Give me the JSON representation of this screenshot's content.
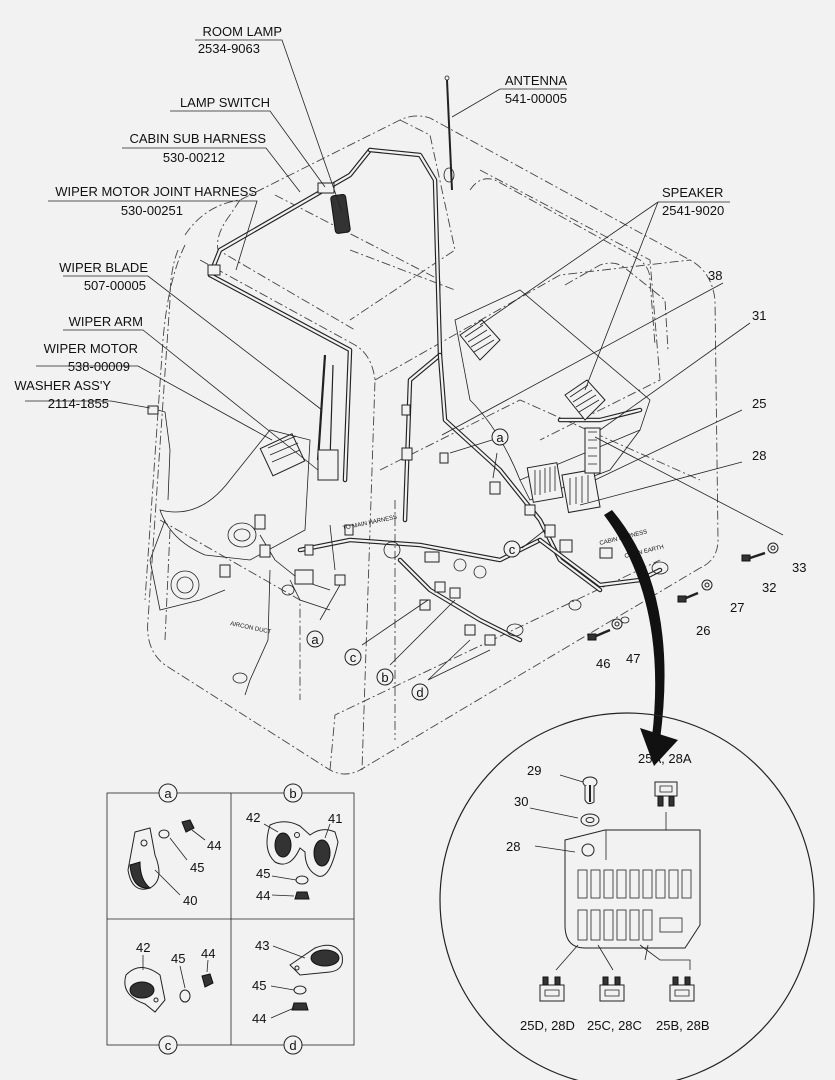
{
  "labels": {
    "room_lamp": {
      "name": "ROOM LAMP",
      "code": "2534-9063"
    },
    "lamp_switch": {
      "name": "LAMP SWITCH"
    },
    "cabin_sub_harness": {
      "name": "CABIN SUB HARNESS",
      "code": "530-00212"
    },
    "wiper_motor_joint_harness": {
      "name": "WIPER MOTOR JOINT HARNESS",
      "code": "530-00251"
    },
    "wiper_blade": {
      "name": "WIPER BLADE",
      "code": "507-00005"
    },
    "wiper_arm": {
      "name": "WIPER ARM"
    },
    "wiper_motor": {
      "name": "WIPER MOTOR",
      "code": "538-00009"
    },
    "washer_assy": {
      "name": "WASHER ASS'Y",
      "code": "2114-1855"
    },
    "antenna": {
      "name": "ANTENNA",
      "code": "541-00005"
    },
    "speaker": {
      "name": "SPEAKER",
      "code": "2541-9020"
    }
  },
  "inline_notes": {
    "to_main_harness": "TO MAIN HARNESS",
    "aircon_duct": "AIRCON DUCT",
    "cabin_harness": "CABIN HARNESS",
    "cabin_earth": "CABIN EARTH"
  },
  "callouts": {
    "n38": "38",
    "n31": "31",
    "n25": "25",
    "n28": "28",
    "n33": "33",
    "n32": "32",
    "n27": "27",
    "n26": "26",
    "n47": "47",
    "n46": "46"
  },
  "letters": {
    "a": "a",
    "b": "b",
    "c": "c",
    "d": "d"
  },
  "detail_a": {
    "n44": "44",
    "n45": "45",
    "n40": "40"
  },
  "detail_b": {
    "n42": "42",
    "n41": "41",
    "n45": "45",
    "n44": "44"
  },
  "detail_c": {
    "n42": "42",
    "n45": "45",
    "n44": "44"
  },
  "detail_d": {
    "n43": "43",
    "n45": "45",
    "n44": "44"
  },
  "fuse_detail": {
    "n29": "29",
    "n30": "30",
    "n28": "28",
    "top_fuse": "25A, 28A",
    "bottom_left": "25D, 28D",
    "bottom_mid": "25C, 28C",
    "bottom_right": "25B, 28B"
  }
}
